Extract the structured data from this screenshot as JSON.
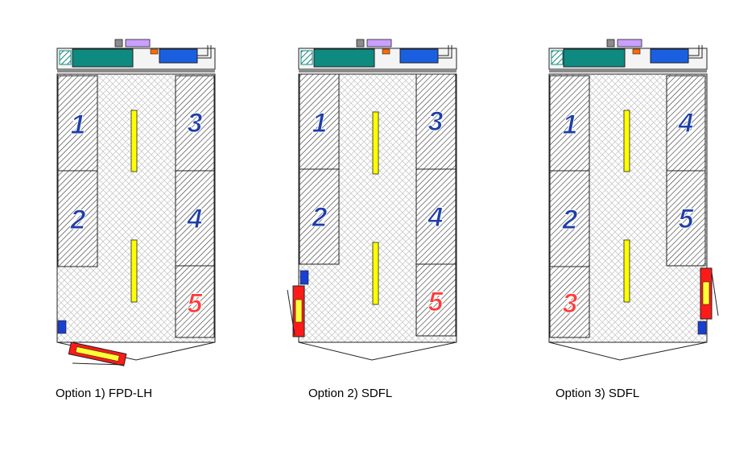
{
  "colors": {
    "outline": "#222222",
    "floor_pattern": "#c8c8c8",
    "bay_hatch": "#333333",
    "rail": "#ffff00",
    "blue_box": "#1a5fe0",
    "teal_box": "#0e8a80",
    "purple_box": "#c9a0ff",
    "orange_box": "#ff6a00",
    "gray_box": "#8c8c8c",
    "door_red": "#ff1a1a",
    "door_yellow": "#ffff33",
    "number_blue": "#1f3ea8",
    "number_red": "#ff3b3b"
  },
  "options": [
    {
      "caption": "Option 1) FPD-LH",
      "left_bays": [
        "1",
        "2"
      ],
      "right_bays": [
        "3",
        "4",
        "5"
      ],
      "highlight_number": "5"
    },
    {
      "caption": "Option 2) SDFL",
      "left_bays": [
        "1",
        "2"
      ],
      "right_bays": [
        "3",
        "4",
        "5"
      ],
      "highlight_number": "5"
    },
    {
      "caption": "Option 3) SDFL",
      "left_bays": [
        "1",
        "2",
        "3"
      ],
      "right_bays": [
        "4",
        "5"
      ],
      "highlight_number": "3"
    }
  ]
}
